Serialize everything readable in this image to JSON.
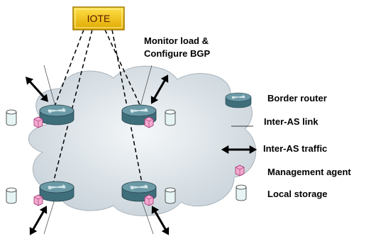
{
  "iote_label": "IOTE",
  "annotation": {
    "line1": "Monitor load &",
    "line2": "Configure BGP"
  },
  "legend": {
    "border_router": "Border router",
    "inter_as_link": "Inter-AS link",
    "inter_as_traffic": "Inter-AS traffic",
    "management_agent": "Management agent",
    "local_storage": "Local storage"
  },
  "colors": {
    "iote_fill": "#f2c200",
    "iote_border": "#a07c00",
    "iote_text": "#5a1a00",
    "cloud": "#dde4ea",
    "router_top": "#5f8f9b",
    "router_body": "#3f6e7b",
    "agent": "#f4a9cf",
    "storage": "#e6f4f4"
  },
  "icons": [
    "border-router-icon",
    "management-agent-icon",
    "local-storage-icon",
    "cloud-icon",
    "double-arrow-icon"
  ]
}
